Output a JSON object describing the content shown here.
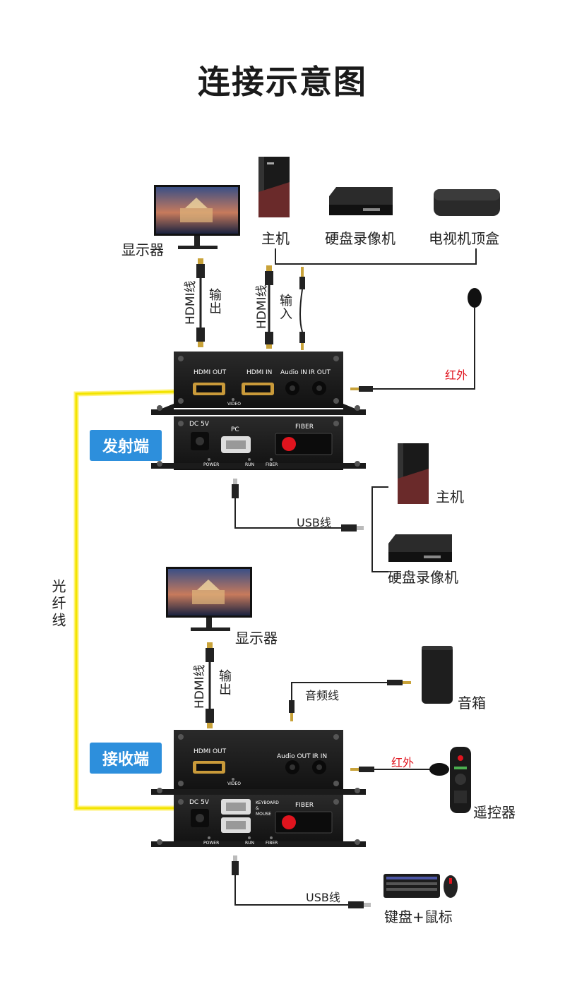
{
  "title": "连接示意图",
  "top": {
    "monitor_label": "显示器",
    "pc_label": "主机",
    "dvr_label": "硬盘录像机",
    "tvbox_label": "电视机顶盒",
    "hdmi_cable_out": "HDMI线",
    "out_label": "输出",
    "hdmi_cable_in": "HDMI线",
    "in_label": "输入",
    "ir_label": "红外"
  },
  "sender": {
    "badge": "发射端",
    "ports_top": [
      "HDMI OUT",
      "HDMI IN",
      "Audio IN",
      "IR OUT"
    ],
    "video_led": "VIDEO",
    "ports_bottom": [
      "DC 5V",
      "PC",
      "FIBER"
    ],
    "leds": [
      "POWER",
      "RUN",
      "FIBER"
    ]
  },
  "usb_mid": {
    "usb_label": "USB线",
    "pc_label": "主机",
    "dvr_label": "硬盘录像机"
  },
  "fiber_label": "光纤线",
  "bottom": {
    "monitor_label": "显示器",
    "hdmi_cable": "HDMI线",
    "out_label": "输出",
    "audio_cable": "音频线",
    "speaker_label": "音箱",
    "ir_label": "红外",
    "remote_label": "遥控器",
    "usb_label": "USB线",
    "kbm_label": "键盘+鼠标"
  },
  "receiver": {
    "badge": "接收端",
    "ports_top": [
      "HDMI OUT",
      "Audio OUT",
      "IR IN"
    ],
    "video_led": "VIDEO",
    "ports_bottom": [
      "DC 5V",
      "KEYBOARD",
      "&",
      "MOUSE",
      "FIBER"
    ],
    "leds": [
      "POWER",
      "RUN",
      "FIBER"
    ]
  }
}
